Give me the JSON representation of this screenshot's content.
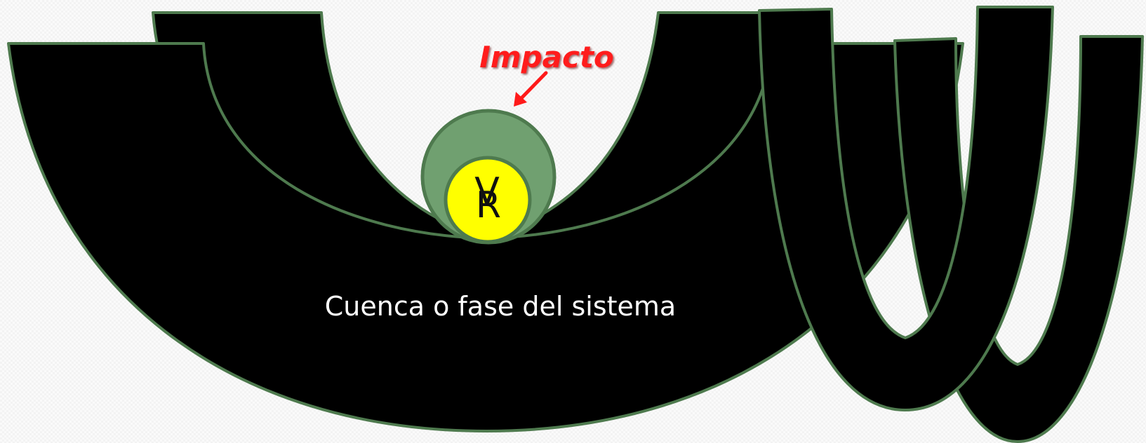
{
  "diagram": {
    "impact_label": "Impacto",
    "basin_label": "Cuenca o fase del sistema",
    "ball_letters": {
      "back": "V",
      "front": "R"
    },
    "colors": {
      "basin_fill": "#000000",
      "basin_outline": "#4e7a4e",
      "outer_ball": "#70a070",
      "inner_ball": "#ffff00",
      "impact_text": "#ff1a1a",
      "arrow": "#ff1a1a"
    }
  }
}
